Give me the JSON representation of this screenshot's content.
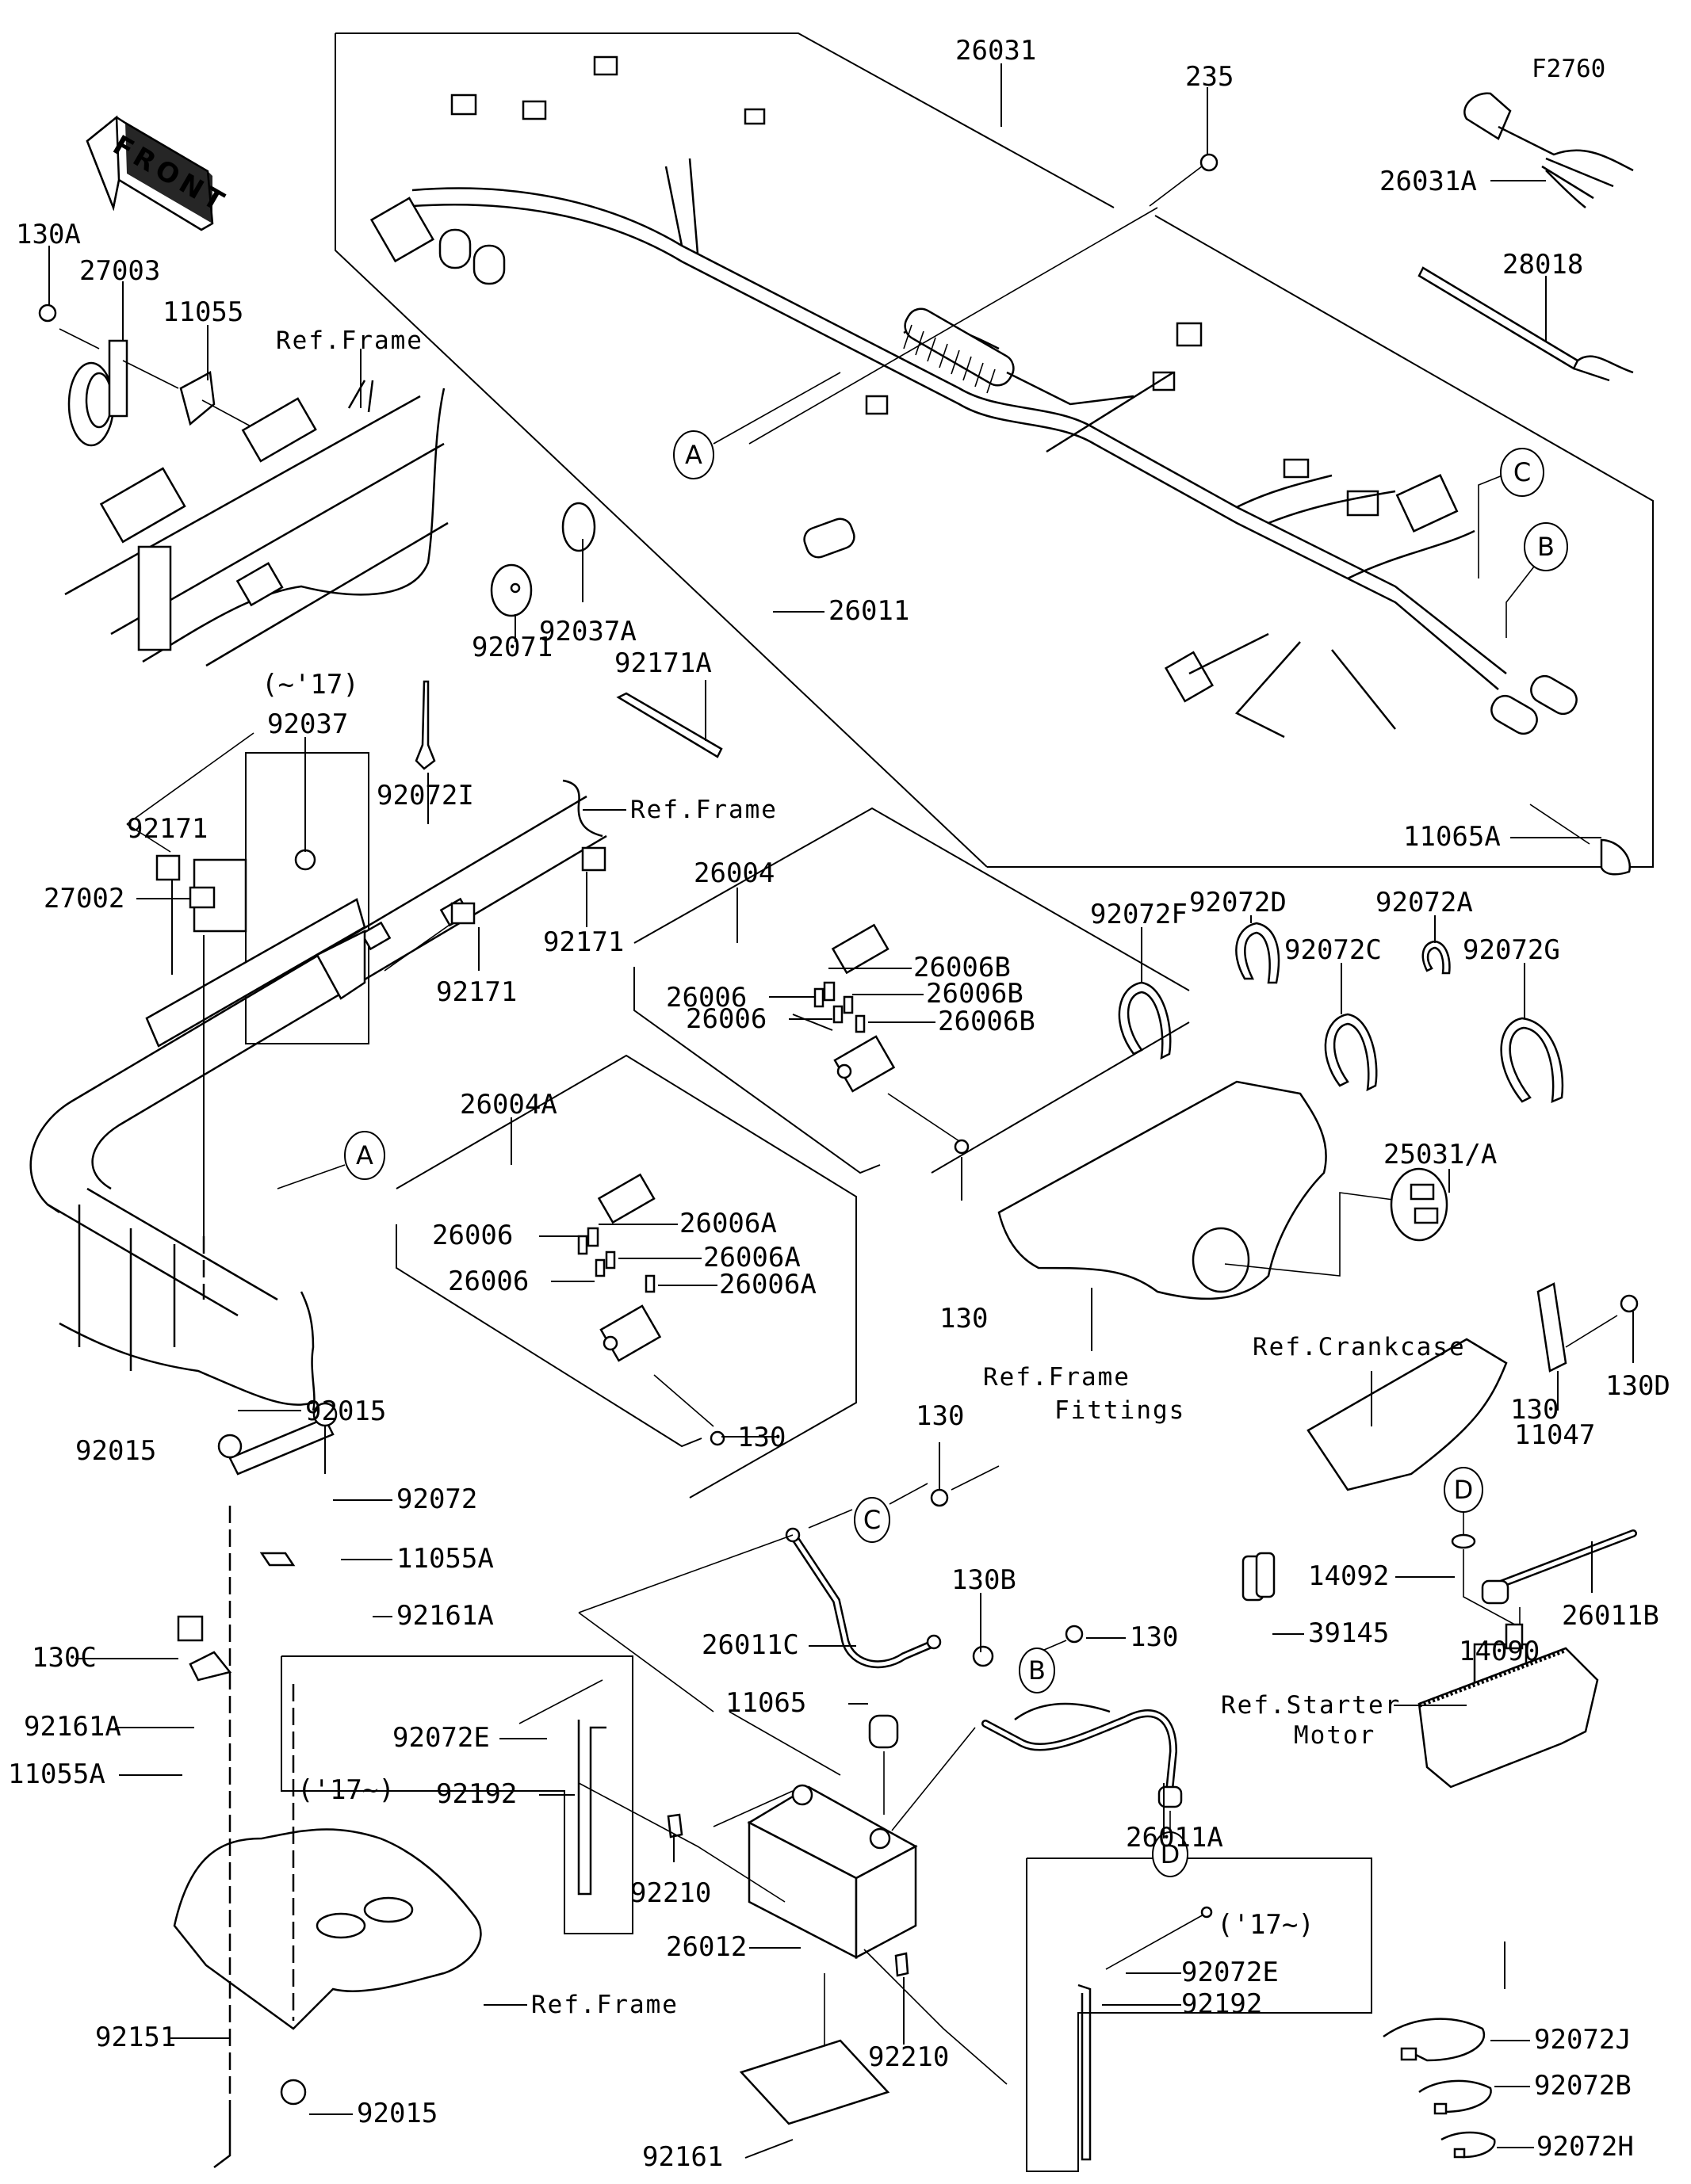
{
  "diagram": {
    "title_marker": "FRONT",
    "figure_code": "F2760",
    "callout_letters": [
      "A",
      "B",
      "C",
      "D"
    ],
    "labels": {
      "p26031": "26031",
      "p235": "235",
      "f2760": "F2760",
      "p26031A": "26031A",
      "p28018": "28018",
      "p130A": "130A",
      "p27003": "27003",
      "p11055": "11055",
      "ref_frame_1": "Ref.Frame",
      "p26011": "26011",
      "p92037A": "92037A",
      "p92071": "92071",
      "p92171A": "92171A",
      "until17": "(~'17)",
      "p92037": "92037",
      "p92072I": "92072I",
      "ref_frame_2": "Ref.Frame",
      "p11065A": "11065A",
      "p92171_a": "92171",
      "p27002": "27002",
      "p26004": "26004",
      "p92171_b": "92171",
      "p92171_c": "92171",
      "p92072F": "92072F",
      "p92072D": "92072D",
      "p92072C": "92072C",
      "p92072A": "92072A",
      "p92072G": "92072G",
      "p26006_1": "26006",
      "p26006_2": "26006",
      "p26006B_1": "26006B",
      "p26006B_2": "26006B",
      "p26006B_3": "26006B",
      "p26004A": "26004A",
      "p26006_3": "26006",
      "p26006_4": "26006",
      "p26006A_1": "26006A",
      "p26006A_2": "26006A",
      "p26006A_3": "26006A",
      "p25031A": "25031/A",
      "p130_a": "130",
      "ref_frame_fittings_1": "Ref.Frame",
      "ref_frame_fittings_2": "Fittings",
      "ref_crankcase": "Ref.Crankcase",
      "p130D": "130D",
      "p11047": "11047",
      "p92015_a": "92015",
      "p92015_b": "92015",
      "p92072": "92072",
      "p11055A_a": "11055A",
      "p92161A_a": "92161A",
      "p130_b": "130",
      "p130_c": "130",
      "p14092": "14092",
      "p26011B": "26011B",
      "p130B": "130B",
      "p26011C": "26011C",
      "p130_d": "130",
      "p39145": "39145",
      "ref_starter_1": "Ref.Starter",
      "ref_starter_2": "Motor",
      "p130C": "130C",
      "p92161A_b": "92161A",
      "p11055A_b": "11055A",
      "p92072E_a": "92072E",
      "from17_a": "('17~)",
      "p92192_a": "92192",
      "p11065": "11065",
      "p26011A": "26011A",
      "p14090": "14090",
      "p92210_a": "92210",
      "p26012": "26012",
      "from17_b": "('17~)",
      "p92072E_b": "92072E",
      "p92192_b": "92192",
      "p92072J": "92072J",
      "p92151": "92151",
      "ref_frame_3": "Ref.Frame",
      "p92210_b": "92210",
      "p92072B": "92072B",
      "p92015_c": "92015",
      "p92161": "92161",
      "p92072H": "92072H"
    }
  }
}
